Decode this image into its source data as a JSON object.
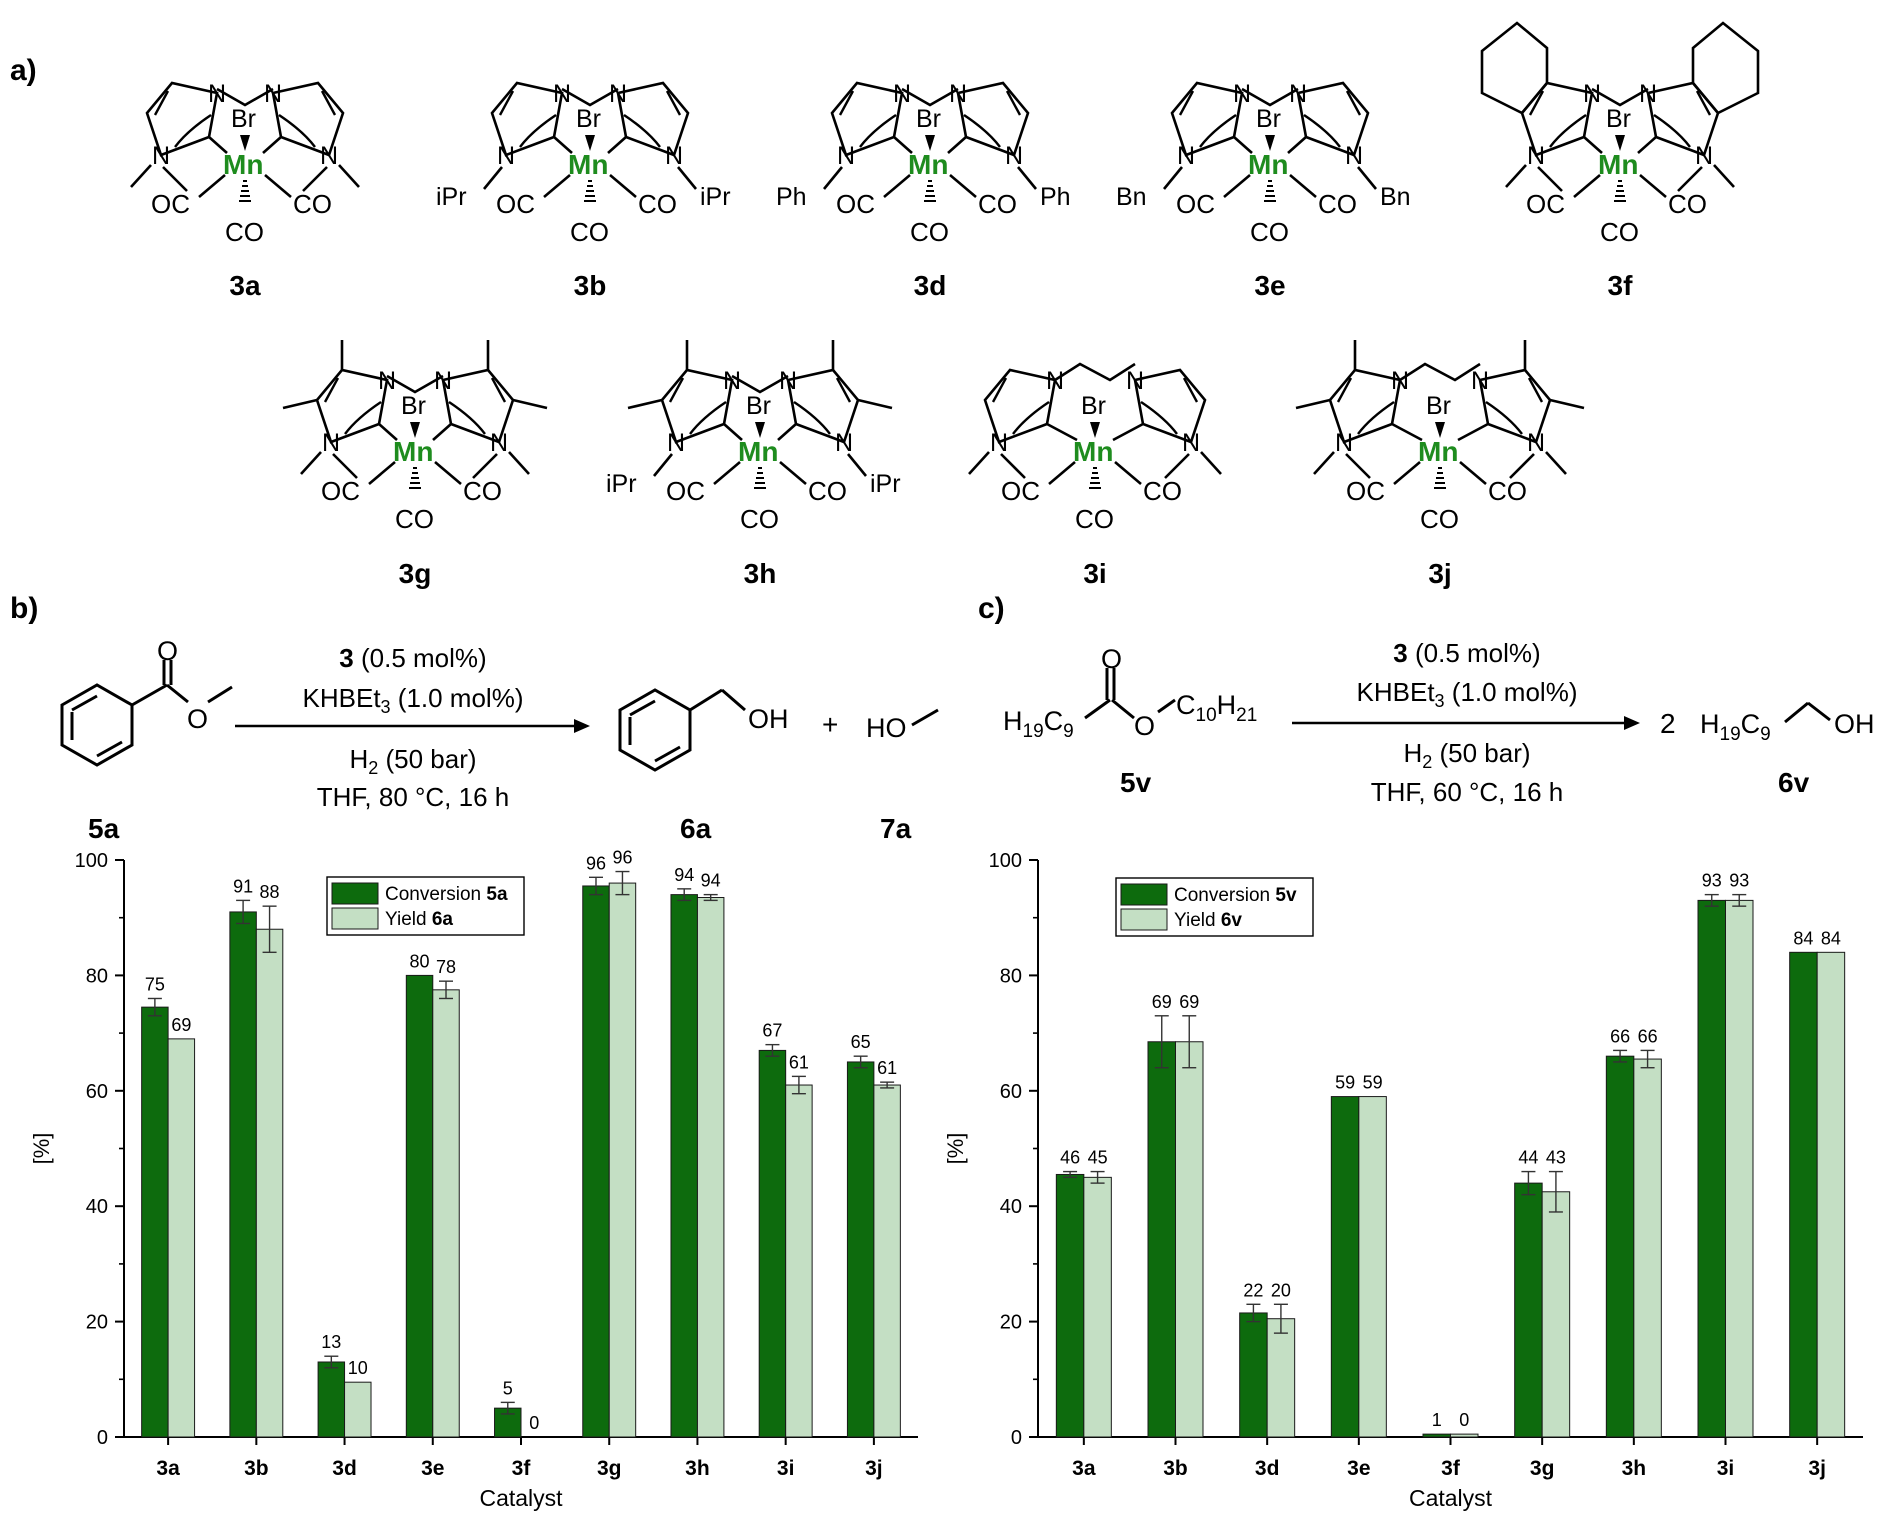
{
  "panel_labels": {
    "a": "a)",
    "b": "b)",
    "c": "c)"
  },
  "structures": {
    "row1": [
      {
        "id": "3a",
        "n_sub_left": "",
        "n_sub_right": ""
      },
      {
        "id": "3b",
        "n_sub_left": "iPr",
        "n_sub_right": "iPr"
      },
      {
        "id": "3d",
        "n_sub_left": "Ph",
        "n_sub_right": "Ph"
      },
      {
        "id": "3e",
        "n_sub_left": "Bn",
        "n_sub_right": "Bn"
      },
      {
        "id": "3f",
        "n_sub_left": "",
        "n_sub_right": ""
      }
    ],
    "row2": [
      {
        "id": "3g",
        "n_sub_left": "",
        "n_sub_right": ""
      },
      {
        "id": "3h",
        "n_sub_left": "iPr",
        "n_sub_right": "iPr"
      },
      {
        "id": "3i",
        "n_sub_left": "",
        "n_sub_right": ""
      },
      {
        "id": "3j",
        "n_sub_left": "",
        "n_sub_right": ""
      }
    ],
    "atoms": {
      "metal": "Mn",
      "halide": "Br",
      "carbonyl_left": "OC",
      "carbonyl_right": "CO",
      "carbonyl_bottom": "CO",
      "nitrogen": "N"
    },
    "metal_color": "#1e8c1e"
  },
  "scheme_b": {
    "reagent_1": "3",
    "reagent_1_rest": " (0.5 mol%)",
    "reagent_2": "KHBEt",
    "reagent_2_sub": "3",
    "reagent_2_rest": " (1.0 mol%)",
    "gas": "H",
    "gas_sub": "2",
    "gas_rest": " (50 bar)",
    "conditions": "THF, 80 °C, 16 h",
    "substrate_label": "5a",
    "product_label": "6a",
    "coproduct_label": "7a",
    "plus": "+",
    "oh": "OH",
    "ho": "HO",
    "o": "O"
  },
  "scheme_c": {
    "reagent_1": "3",
    "reagent_1_rest": " (0.5 mol%)",
    "reagent_2": "KHBEt",
    "reagent_2_sub": "3",
    "reagent_2_rest": " (1.0 mol%)",
    "gas": "H",
    "gas_sub": "2",
    "gas_rest": " (50 bar)",
    "conditions": "THF, 60 °C, 16 h",
    "substrate_label": "5v",
    "product_label": "6v",
    "coefficient": "2",
    "alkyl_left": "H",
    "alkyl_left_sub1": "19",
    "alkyl_left_mid": "C",
    "alkyl_left_sub2": "9",
    "alkyl_right": "C",
    "alkyl_right_sub1": "10",
    "alkyl_right_mid": "H",
    "alkyl_right_sub2": "21",
    "oh": "OH",
    "o": "O"
  },
  "colors": {
    "conversion": "#0d6b0d",
    "yield": "#c4dfc4",
    "edge": "#1a1a1a"
  },
  "chart_data": [
    {
      "type": "bar",
      "xlabel": "Catalyst",
      "ylabel": "[%]",
      "ylim": [
        0,
        100
      ],
      "yticks": [
        0,
        20,
        40,
        60,
        80,
        100
      ],
      "grid": false,
      "legend_position": "top-center",
      "categories": [
        "3a",
        "3b",
        "3d",
        "3e",
        "3f",
        "3g",
        "3h",
        "3i",
        "3j"
      ],
      "series": [
        {
          "name": "Conversion",
          "name_bold": "5a",
          "values": [
            74.5,
            91,
            13,
            80,
            5,
            95.5,
            94,
            67,
            65
          ],
          "errors": [
            1.5,
            2,
            1,
            0,
            1,
            1.5,
            1,
            1,
            1
          ],
          "labels": [
            "75",
            "91",
            "13",
            "80",
            "5",
            "96",
            "94",
            "67",
            "65"
          ]
        },
        {
          "name": "Yield",
          "name_bold": "6a",
          "values": [
            69,
            88,
            9.5,
            77.5,
            0,
            96,
            93.5,
            61,
            61
          ],
          "errors": [
            0,
            4,
            0,
            1.5,
            0,
            2,
            0.5,
            1.5,
            0.5
          ],
          "labels": [
            "69",
            "88",
            "10",
            "78",
            "0",
            "96",
            "94",
            "61",
            "61"
          ]
        }
      ]
    },
    {
      "type": "bar",
      "xlabel": "Catalyst",
      "ylabel": "[%]",
      "ylim": [
        0,
        100
      ],
      "yticks": [
        0,
        20,
        40,
        60,
        80,
        100
      ],
      "grid": false,
      "legend_position": "top-left",
      "categories": [
        "3a",
        "3b",
        "3d",
        "3e",
        "3f",
        "3g",
        "3h",
        "3i",
        "3j"
      ],
      "series": [
        {
          "name": "Conversion",
          "name_bold": "5v",
          "values": [
            45.5,
            68.5,
            21.5,
            59,
            0.5,
            44,
            66,
            93,
            84
          ],
          "errors": [
            0.5,
            4.5,
            1.5,
            0,
            0,
            2,
            1,
            1,
            0
          ],
          "labels": [
            "46",
            "69",
            "22",
            "59",
            "1",
            "44",
            "66",
            "93",
            "84"
          ]
        },
        {
          "name": "Yield",
          "name_bold": "6v",
          "values": [
            45,
            68.5,
            20.5,
            59,
            0.5,
            42.5,
            65.5,
            93,
            84
          ],
          "errors": [
            1,
            4.5,
            2.5,
            0,
            0,
            3.5,
            1.5,
            1,
            0
          ],
          "labels": [
            "45",
            "69",
            "20",
            "59",
            "0",
            "43",
            "66",
            "93",
            "84"
          ]
        }
      ]
    }
  ]
}
